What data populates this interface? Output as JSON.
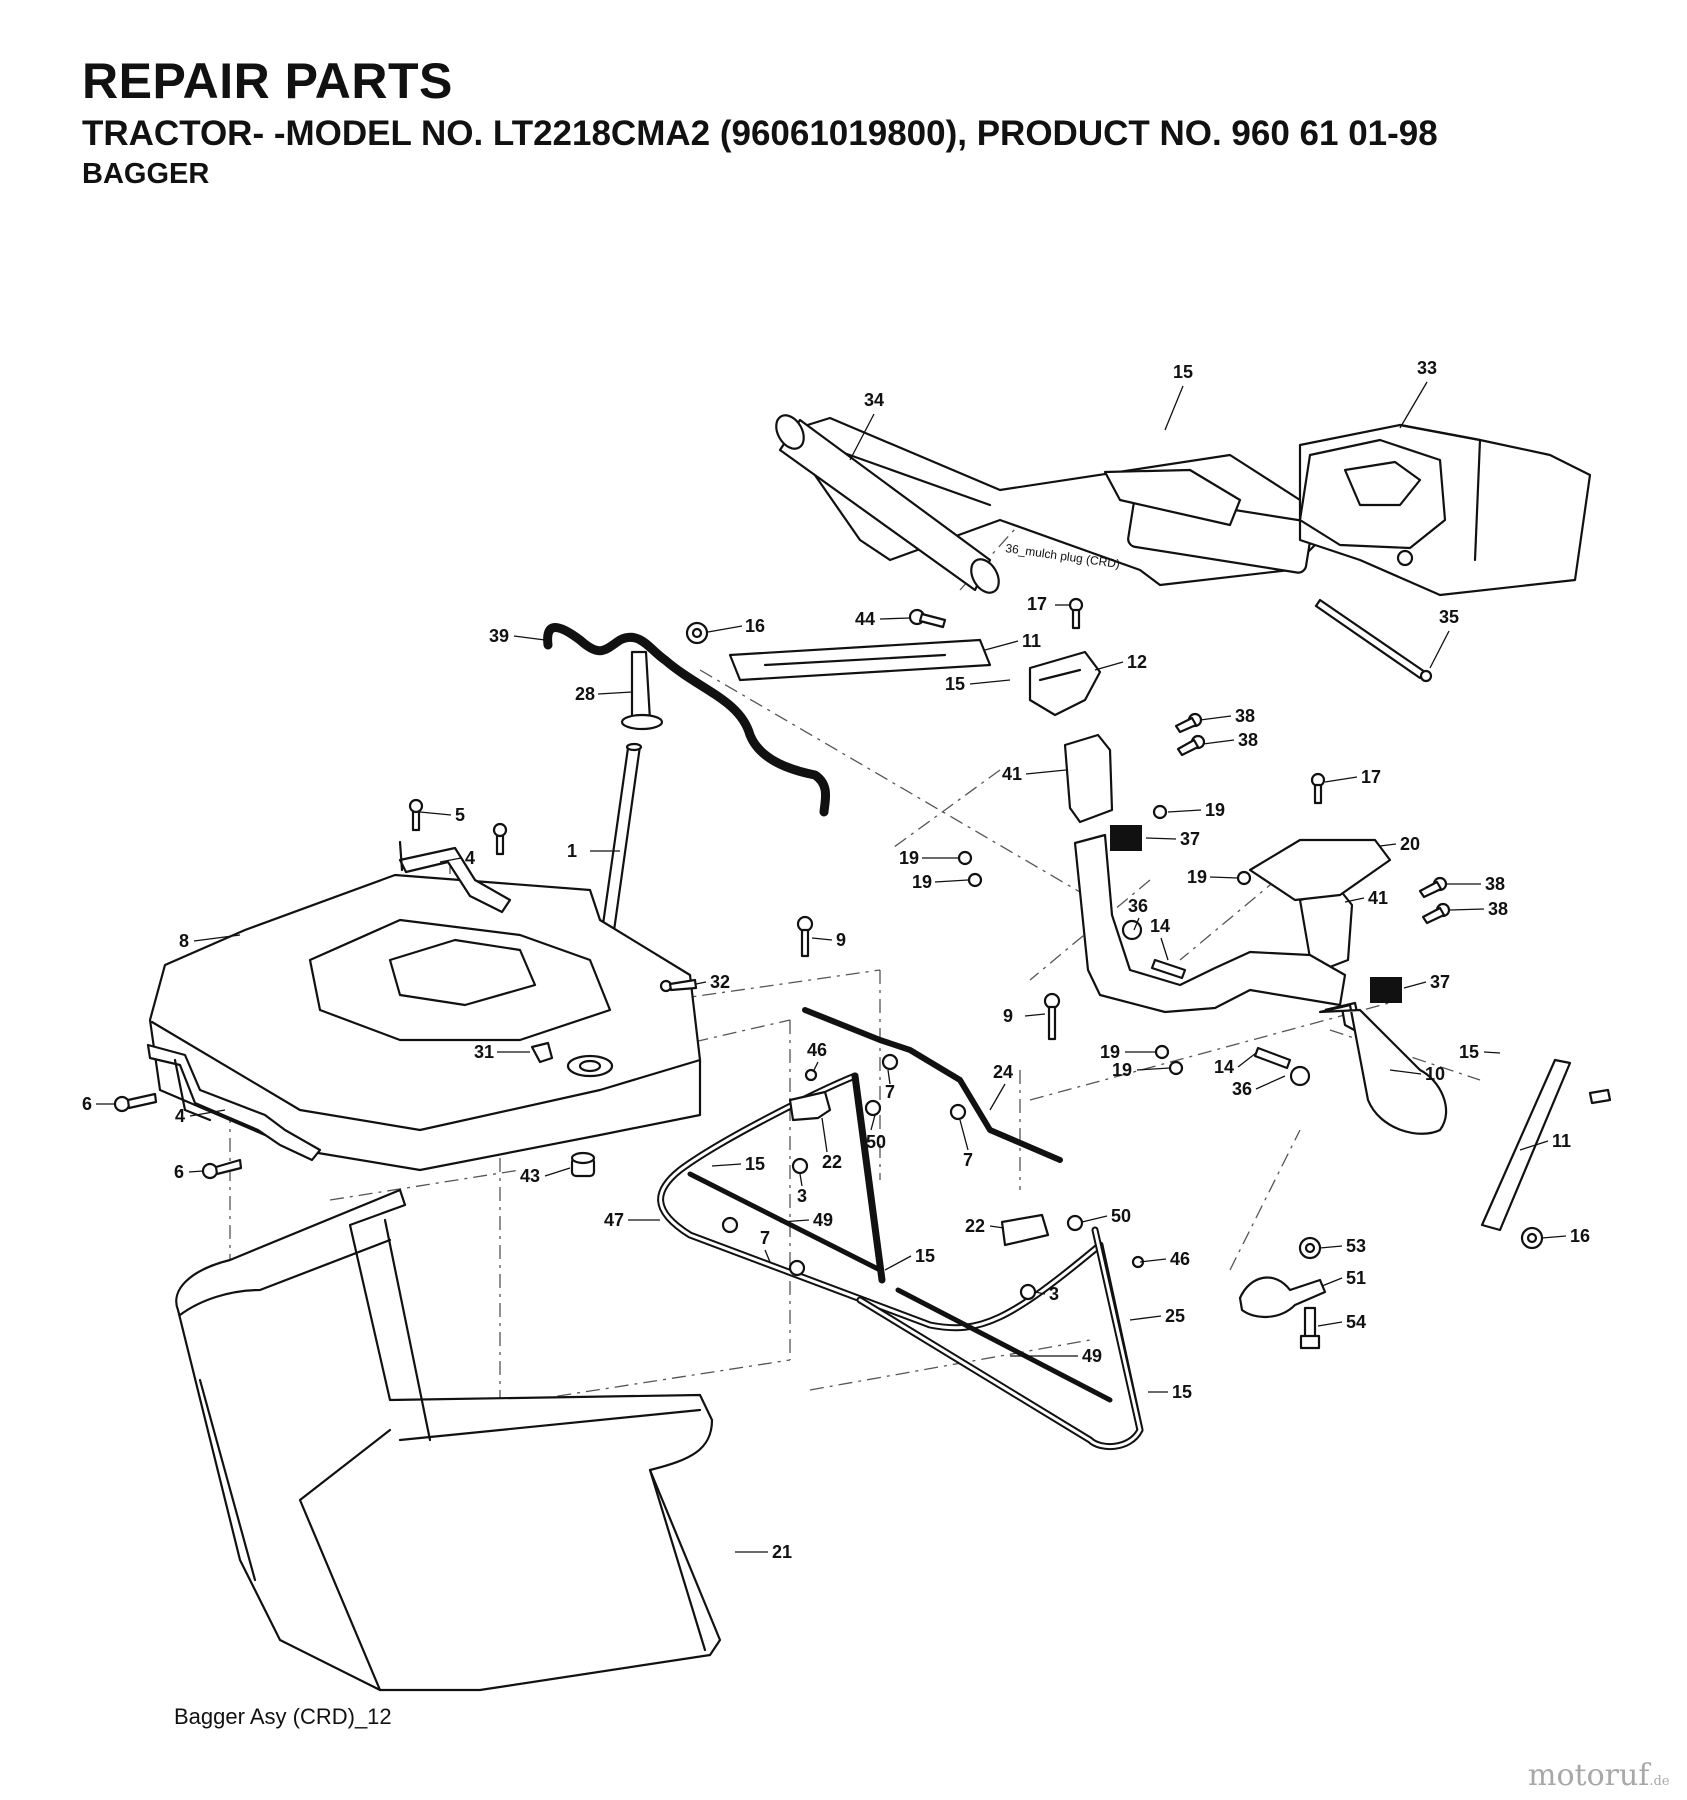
{
  "header": {
    "title": "REPAIR PARTS",
    "subtitle": "TRACTOR- -MODEL NO. LT2218CMA2 (96061019800), PRODUCT NO. 960 61 01-98",
    "section": "BAGGER"
  },
  "diagram": {
    "inline_note": "36_mulch plug (CRD)",
    "caption": "Bagger Asy (CRD)_12"
  },
  "watermark": {
    "brand": "motoruf",
    "suffix": ".de"
  },
  "callouts": [
    {
      "id": "c15a",
      "label": "15"
    },
    {
      "id": "c33",
      "label": "33"
    },
    {
      "id": "c34",
      "label": "34"
    },
    {
      "id": "c17a",
      "label": "17"
    },
    {
      "id": "c35",
      "label": "35"
    },
    {
      "id": "c16a",
      "label": "16"
    },
    {
      "id": "c44",
      "label": "44"
    },
    {
      "id": "c11a",
      "label": "11"
    },
    {
      "id": "c39",
      "label": "39"
    },
    {
      "id": "c12",
      "label": "12"
    },
    {
      "id": "c15b",
      "label": "15"
    },
    {
      "id": "c28",
      "label": "28"
    },
    {
      "id": "c38a",
      "label": "38"
    },
    {
      "id": "c38b",
      "label": "38"
    },
    {
      "id": "c41a",
      "label": "41"
    },
    {
      "id": "c17b",
      "label": "17"
    },
    {
      "id": "c5",
      "label": "5"
    },
    {
      "id": "c19a",
      "label": "19"
    },
    {
      "id": "c4a",
      "label": "4"
    },
    {
      "id": "c37a",
      "label": "37"
    },
    {
      "id": "c1",
      "label": "1"
    },
    {
      "id": "c20",
      "label": "20"
    },
    {
      "id": "c19b",
      "label": "19"
    },
    {
      "id": "c19c",
      "label": "19"
    },
    {
      "id": "c19d",
      "label": "19"
    },
    {
      "id": "c38c",
      "label": "38"
    },
    {
      "id": "c41b",
      "label": "41"
    },
    {
      "id": "c38d",
      "label": "38"
    },
    {
      "id": "c36a",
      "label": "36"
    },
    {
      "id": "c14a",
      "label": "14"
    },
    {
      "id": "c8",
      "label": "8"
    },
    {
      "id": "c9a",
      "label": "9"
    },
    {
      "id": "c32",
      "label": "32"
    },
    {
      "id": "c37b",
      "label": "37"
    },
    {
      "id": "c9b",
      "label": "9"
    },
    {
      "id": "c31",
      "label": "31"
    },
    {
      "id": "c46a",
      "label": "46"
    },
    {
      "id": "c24",
      "label": "24"
    },
    {
      "id": "c19e",
      "label": "19"
    },
    {
      "id": "c15c",
      "label": "15"
    },
    {
      "id": "c19f",
      "label": "19"
    },
    {
      "id": "c14b",
      "label": "14"
    },
    {
      "id": "c10",
      "label": "10"
    },
    {
      "id": "c6a",
      "label": "6"
    },
    {
      "id": "c7a",
      "label": "7"
    },
    {
      "id": "c36b",
      "label": "36"
    },
    {
      "id": "c4b",
      "label": "4"
    },
    {
      "id": "c50a",
      "label": "50"
    },
    {
      "id": "c11b",
      "label": "11"
    },
    {
      "id": "c6b",
      "label": "6"
    },
    {
      "id": "c15d",
      "label": "15"
    },
    {
      "id": "c22a",
      "label": "22"
    },
    {
      "id": "c7b",
      "label": "7"
    },
    {
      "id": "c43",
      "label": "43"
    },
    {
      "id": "c3a",
      "label": "3"
    },
    {
      "id": "c47",
      "label": "47"
    },
    {
      "id": "c49a",
      "label": "49"
    },
    {
      "id": "c22b",
      "label": "22"
    },
    {
      "id": "c50b",
      "label": "50"
    },
    {
      "id": "c16b",
      "label": "16"
    },
    {
      "id": "c7c",
      "label": "7"
    },
    {
      "id": "c53",
      "label": "53"
    },
    {
      "id": "c15e",
      "label": "15"
    },
    {
      "id": "c46b",
      "label": "46"
    },
    {
      "id": "c51",
      "label": "51"
    },
    {
      "id": "c3b",
      "label": "3"
    },
    {
      "id": "c25",
      "label": "25"
    },
    {
      "id": "c54",
      "label": "54"
    },
    {
      "id": "c49b",
      "label": "49"
    },
    {
      "id": "c15f",
      "label": "15"
    },
    {
      "id": "c21",
      "label": "21"
    }
  ]
}
